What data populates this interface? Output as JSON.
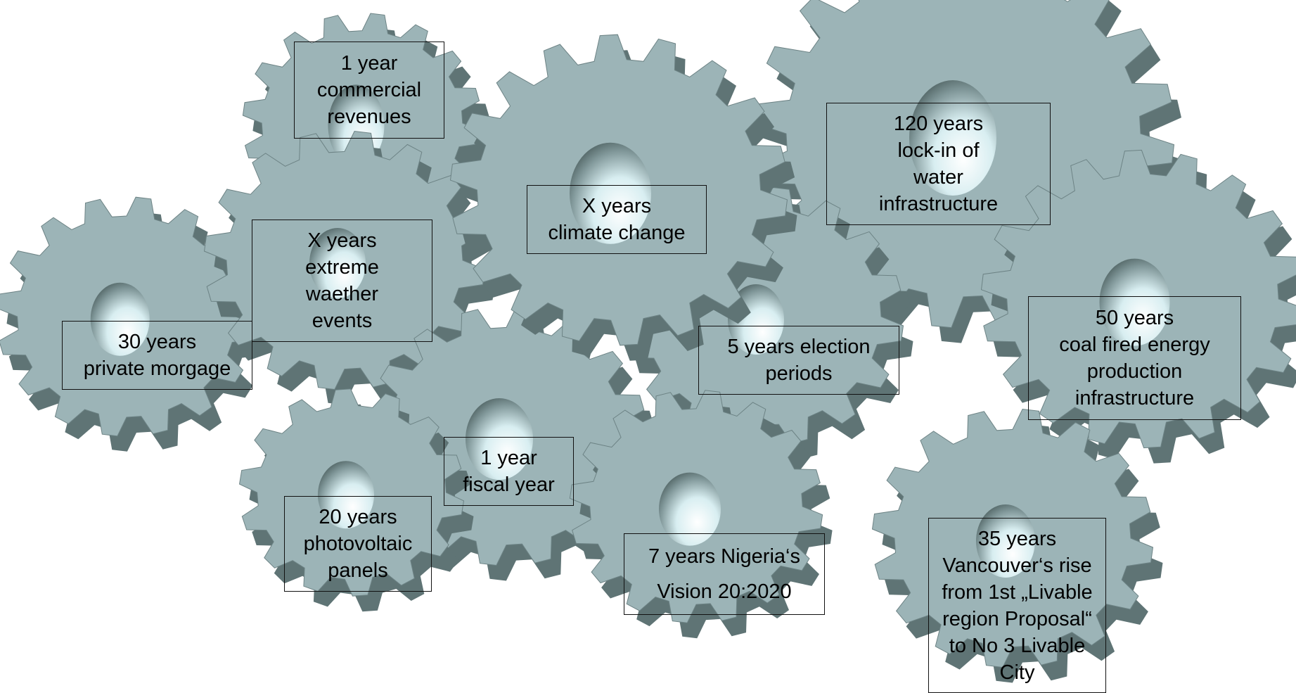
{
  "colors": {
    "gear_face": "#9cb4b7",
    "gear_dark": "#5f7475",
    "gear_shadow": "#6d8385",
    "hole_light": "#dff2f5",
    "hole_dark": "#4e6161"
  },
  "labels": [
    {
      "id": "commercial-revenues",
      "lines": [
        "1 year",
        "commercial",
        "revenues"
      ]
    },
    {
      "id": "climate-change",
      "lines": [
        "X years",
        "climate change"
      ]
    },
    {
      "id": "water-infrastructure",
      "lines": [
        "120 years",
        "lock-in of",
        "water",
        "infrastructure"
      ]
    },
    {
      "id": "extreme-weather",
      "lines": [
        "X years",
        "extreme",
        "waether",
        "events"
      ]
    },
    {
      "id": "private-morgage",
      "lines": [
        "30 years",
        "private morgage"
      ]
    },
    {
      "id": "election-periods",
      "lines": [
        "5 years election",
        "periods"
      ]
    },
    {
      "id": "coal-energy",
      "lines": [
        "50 years",
        "coal fired energy",
        "production",
        "infrastructure"
      ]
    },
    {
      "id": "fiscal-year",
      "lines": [
        "1 year",
        "fiscal year"
      ]
    },
    {
      "id": "photovoltaic-panels",
      "lines": [
        "20 years",
        "photovoltaic",
        "panels"
      ]
    },
    {
      "id": "nigeria-vision",
      "lines": [
        "7 years Nigeria‘s",
        "Vision 20:2020"
      ]
    },
    {
      "id": "vancouver-livable",
      "lines": [
        "35 years",
        "Vancouver‘s rise",
        "from 1st „Livable",
        "region Proposal“",
        "to No 3 Livable",
        "City"
      ]
    }
  ]
}
